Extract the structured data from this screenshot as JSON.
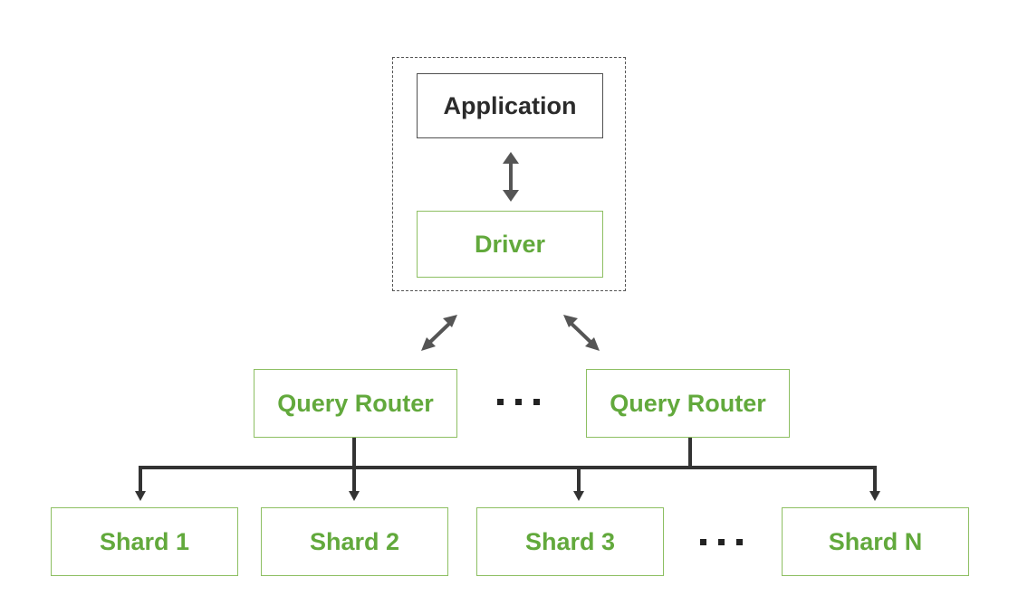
{
  "diagram": {
    "application_label": "Application",
    "driver_label": "Driver",
    "routers": [
      {
        "label": "Query Router"
      },
      {
        "label": "Query Router"
      }
    ],
    "shards": [
      {
        "label": "Shard 1"
      },
      {
        "label": "Shard 2"
      },
      {
        "label": "Shard 3"
      },
      {
        "label": "Shard N"
      }
    ],
    "colors": {
      "green_text": "#62a93c",
      "green_border": "#8dbf62",
      "dark_text": "#2b2b2b",
      "connector": "#333333"
    }
  }
}
